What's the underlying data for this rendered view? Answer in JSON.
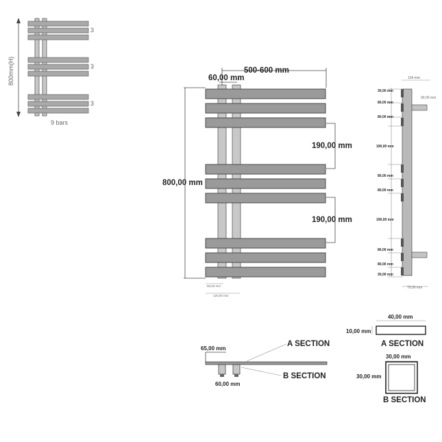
{
  "thumbnail": {
    "height_label": "800mm(H)",
    "group_counts": [
      "3",
      "3",
      "3"
    ],
    "bars_label": "9 bars"
  },
  "front": {
    "width_label": "500-600 mm",
    "post_spacing_label": "60,00 mm",
    "height_label": "800,00 mm",
    "gap_label_1": "190,00 mm",
    "gap_label_2": "190,00 mm",
    "bottom_small_1": "55,00 mm",
    "bottom_small_2": "120,00 mm"
  },
  "side": {
    "top_width_label": "104 mm",
    "bracket_label": "90,00 mm",
    "spacings": [
      "30,00 mm",
      "80,00 mm",
      "80,00 mm",
      "190,00 mm",
      "80,00 mm",
      "80,00 mm",
      "190,00 mm",
      "80,00 mm",
      "80,00 mm",
      "30,00 mm"
    ],
    "bottom_label": "79,00 mm"
  },
  "top_view": {
    "label_top": "65,00 mm",
    "label_bottom": "60,00 mm",
    "a_section": "A SECTION",
    "b_section": "B SECTION"
  },
  "sections": {
    "a": {
      "width": "40,00 mm",
      "height": "10,00 mm",
      "title": "A SECTION"
    },
    "b": {
      "width": "30,00 mm",
      "height": "30,00 mm",
      "title": "B SECTION"
    }
  }
}
